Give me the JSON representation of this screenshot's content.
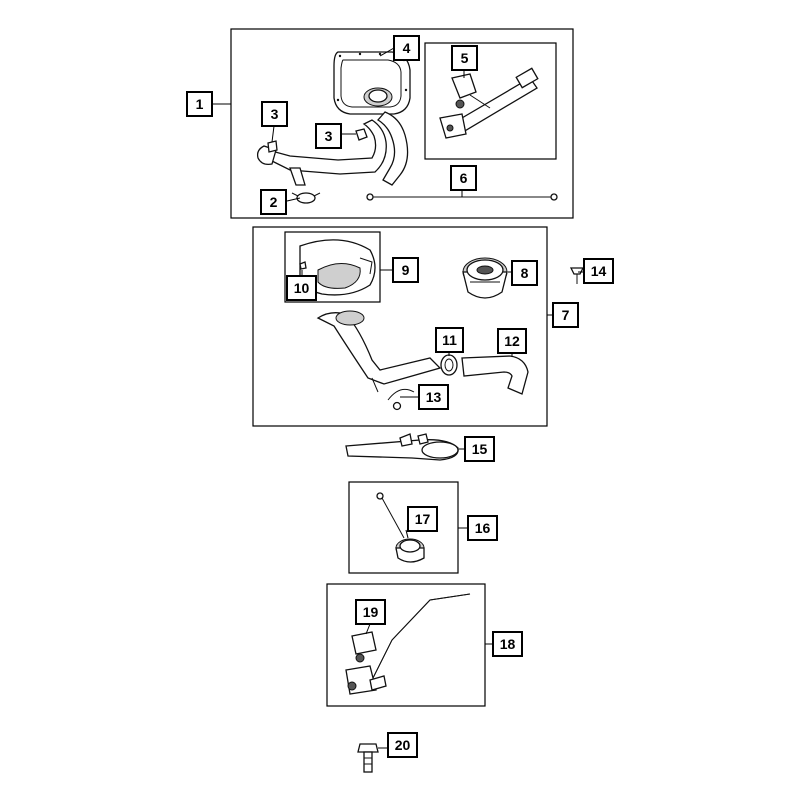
{
  "callouts": {
    "c1": "1",
    "c2": "2",
    "c3a": "3",
    "c3b": "3",
    "c4": "4",
    "c5": "5",
    "c6": "6",
    "c7": "7",
    "c8": "8",
    "c9": "9",
    "c10": "10",
    "c11": "11",
    "c12": "12",
    "c13": "13",
    "c14": "14",
    "c15": "15",
    "c16": "16",
    "c17": "17",
    "c18": "18",
    "c19": "19",
    "c20": "20"
  }
}
